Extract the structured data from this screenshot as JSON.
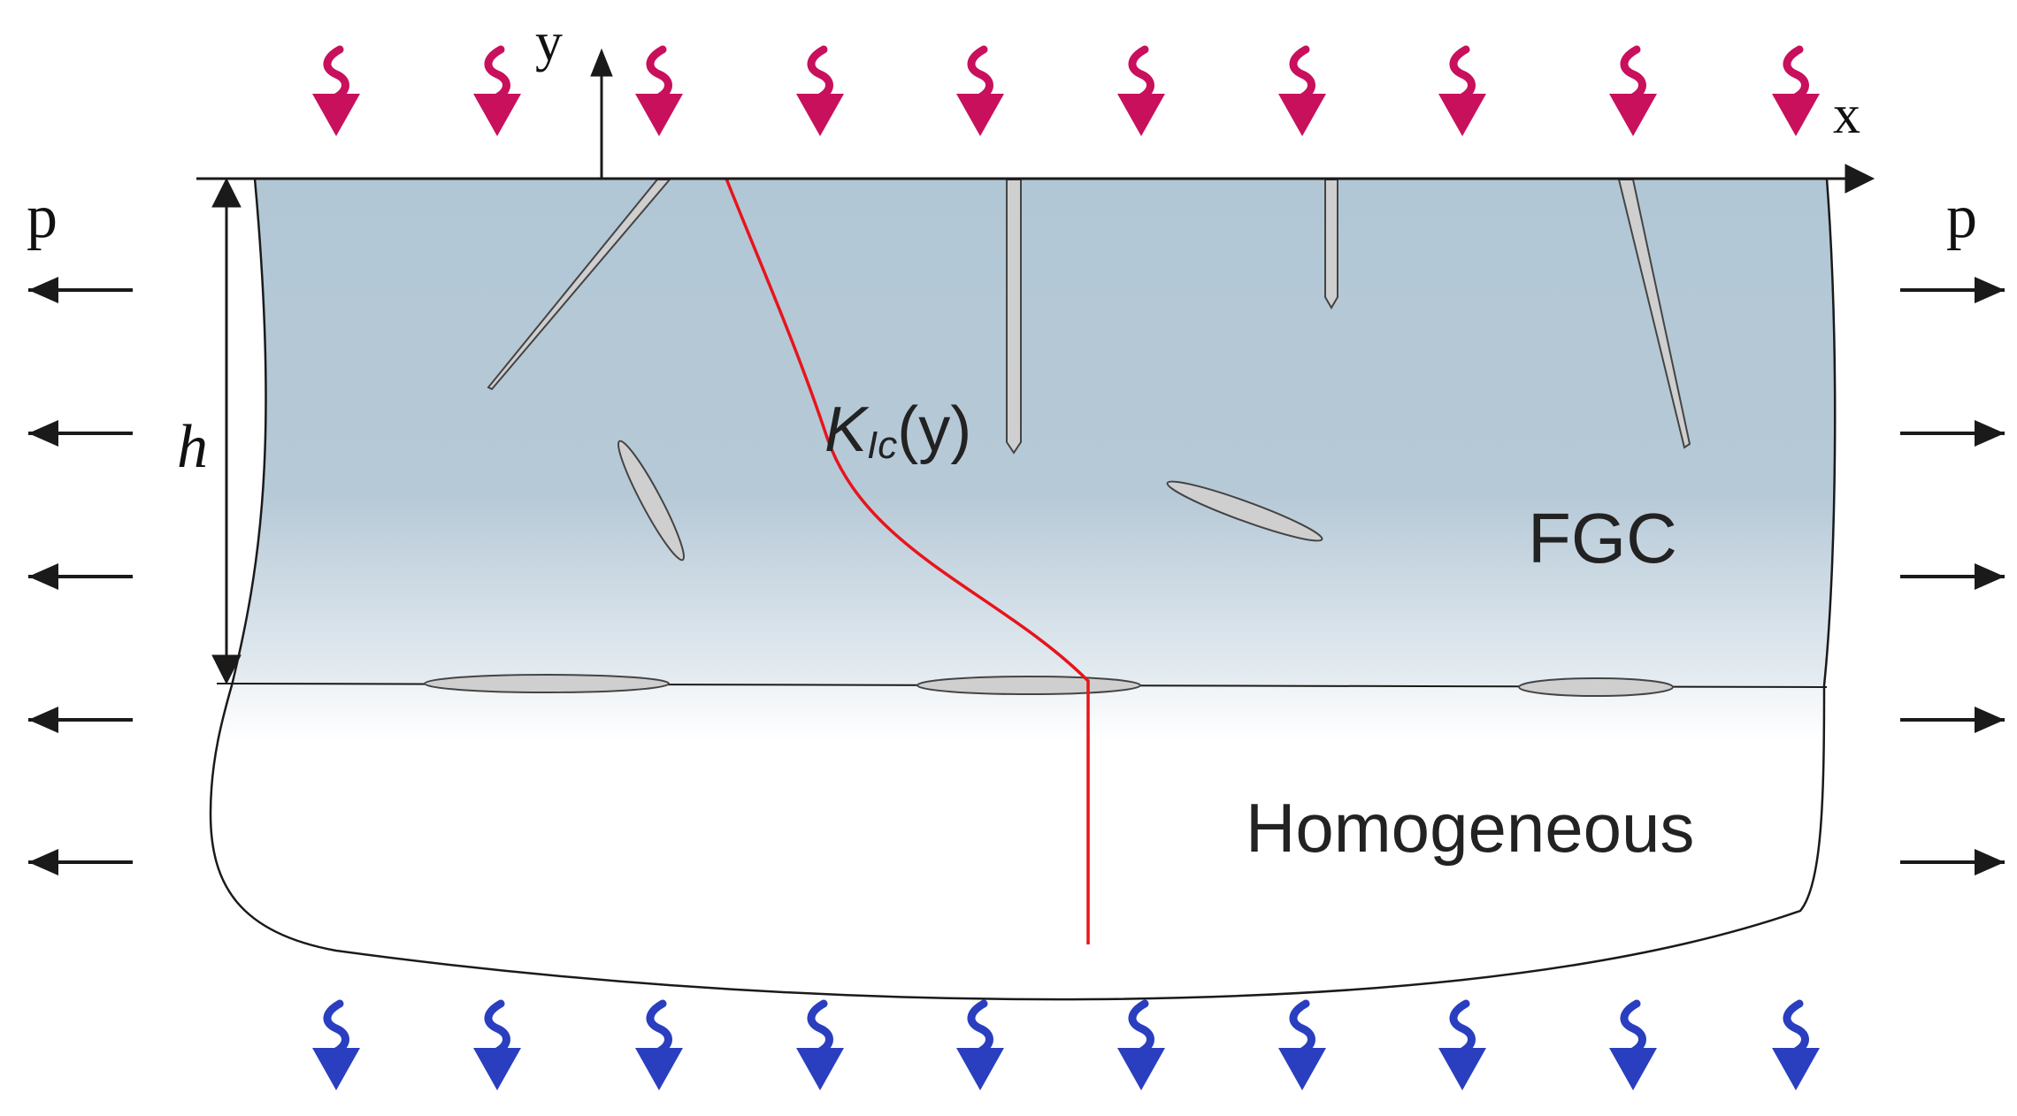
{
  "labels": {
    "y_axis": "y",
    "x_axis": "x",
    "left_load": "p",
    "right_load": "p",
    "thickness": "h",
    "toughness_symbol": "K",
    "toughness_subscript": "Ic",
    "toughness_arg": "(y)",
    "fgc_layer": "FGC",
    "substrate_layer": "Homogeneous"
  },
  "colors": {
    "top_heat_arrows": "#c8105c",
    "bottom_heat_arrows": "#2a3ec0",
    "toughness_curve": "#e8141c",
    "fgc_fill": "#b4c8d6",
    "crack_fill": "#cfcfcf",
    "outline": "#1a1a1a"
  },
  "icons": {
    "top_arrows": "wavy-down-arrow-icon",
    "bottom_arrows": "wavy-down-arrow-icon",
    "side_arrows": "arrow-icon"
  }
}
